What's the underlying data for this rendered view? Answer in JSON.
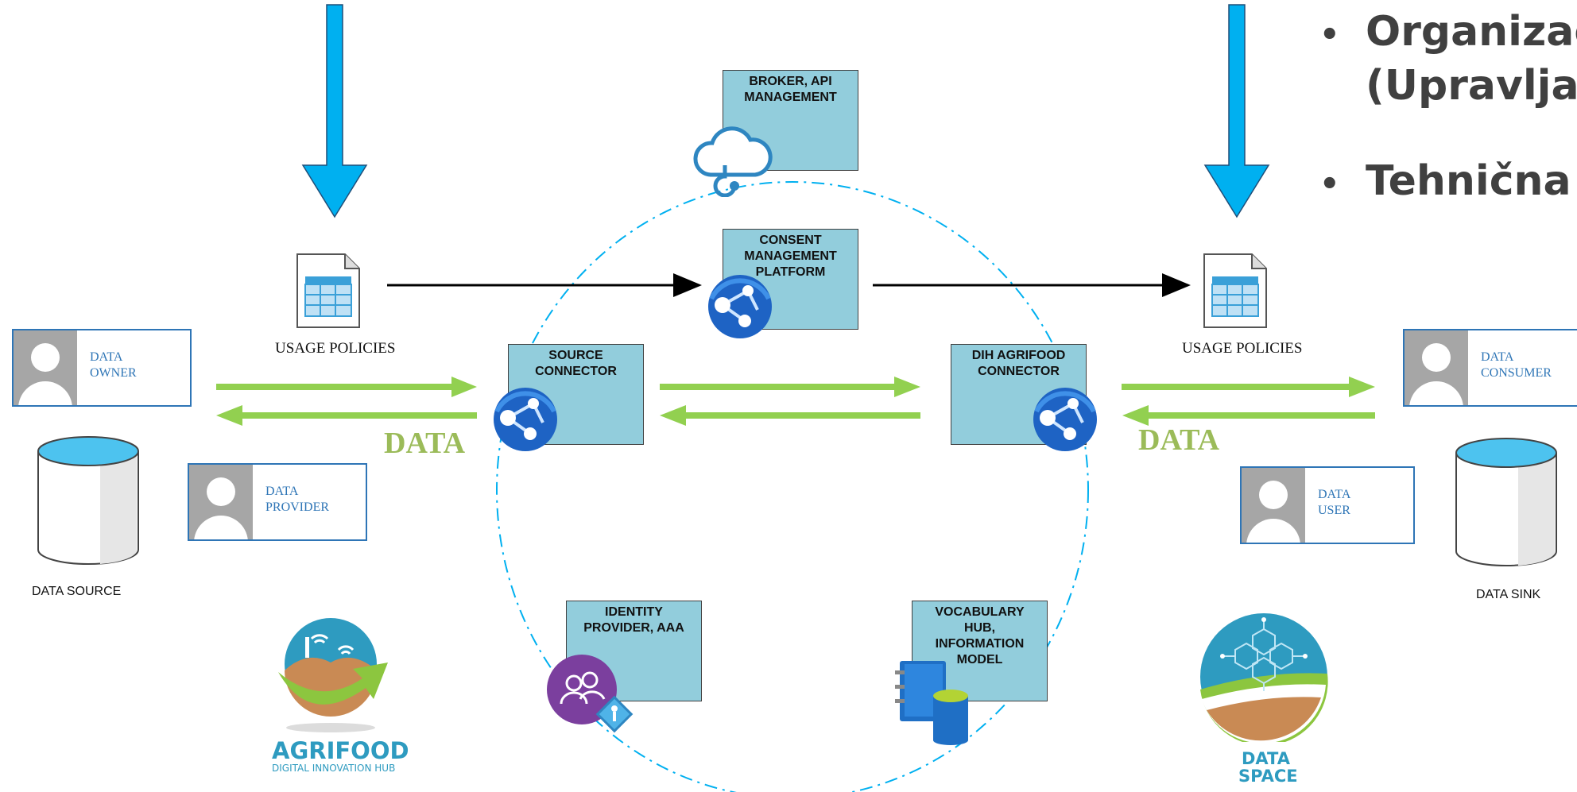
{
  "bullets": {
    "line1": "Organizac",
    "line1b": "(Upravljav",
    "line2": "Tehnična"
  },
  "components": {
    "broker": "BROKER, API\nMANAGEMENT",
    "consent": "CONSENT\nMANAGEMENT\nPLATFORM",
    "source_connector": "SOURCE\nCONNECTOR",
    "dih_connector": "DIH AGRIFOOD\nCONNECTOR",
    "identity": "IDENTITY\nPROVIDER, AAA",
    "vocabulary": "VOCABULARY\nHUB,\nINFORMATION\nMODEL"
  },
  "policies": {
    "left": "USAGE POLICIES",
    "right": "USAGE POLICIES"
  },
  "roles": {
    "owner": "DATA\nOWNER",
    "provider": "DATA\nPROVIDER",
    "consumer": "DATA\nCONSUMER",
    "user": "DATA\nUSER"
  },
  "stores": {
    "source": "DATA SOURCE",
    "sink": "DATA SINK"
  },
  "data_labels": {
    "left": "DATA",
    "right": "DATA"
  },
  "logos": {
    "agrifood_title": "AGRIFOOD",
    "agrifood_subtitle": "DIGITAL INNOVATION HUB",
    "dataspace_line1": "DATA",
    "dataspace_line2": "SPACE"
  },
  "colors": {
    "box_fill": "#92cddc",
    "arrow_green": "#92d050",
    "arrow_blue": "#00b0f0",
    "role_border": "#2e75b6",
    "data_text": "#9bbb59",
    "circle_dash": "#00b0f0"
  },
  "icons": {
    "policy": "table-document-icon",
    "connector": "web-app-globe-icon",
    "broker": "cloud-api-icon",
    "identity": "users-identity-icon",
    "vocabulary": "book-database-icon",
    "role": "person-silhouette-icon",
    "store": "cylinder-database-icon"
  }
}
